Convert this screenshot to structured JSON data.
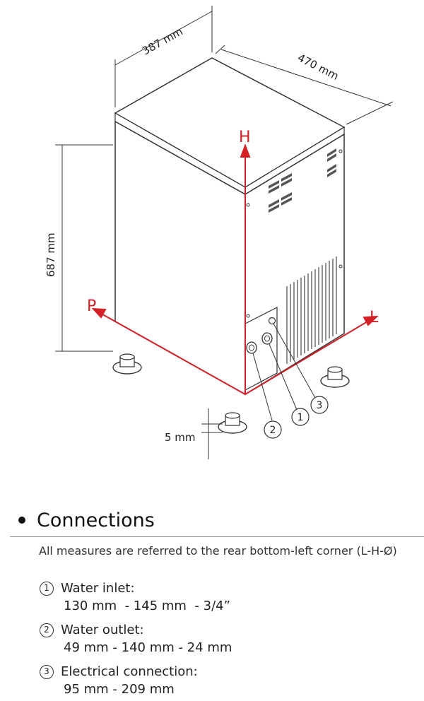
{
  "dimensions": {
    "width": "387 mm",
    "depth": "470 mm",
    "height": "687 mm",
    "foot": "5 mm"
  },
  "axes": {
    "h": "H",
    "p": "P",
    "l": "L"
  },
  "callouts": [
    "1",
    "2",
    "3"
  ],
  "section": {
    "title": "Connections",
    "note": "All measures are referred to the rear bottom-left corner (L-H-Ø)"
  },
  "connections": [
    {
      "num": "1",
      "label": "Water inlet:",
      "values": "130 mm  - 145 mm  - 3/4”"
    },
    {
      "num": "2",
      "label": "Water outlet:",
      "values": "49 mm - 140 mm - 24 mm"
    },
    {
      "num": "3",
      "label": "Electrical connection:",
      "values": "95 mm - 209 mm"
    }
  ],
  "colors": {
    "axis": "#d42127",
    "line": "#333333"
  }
}
